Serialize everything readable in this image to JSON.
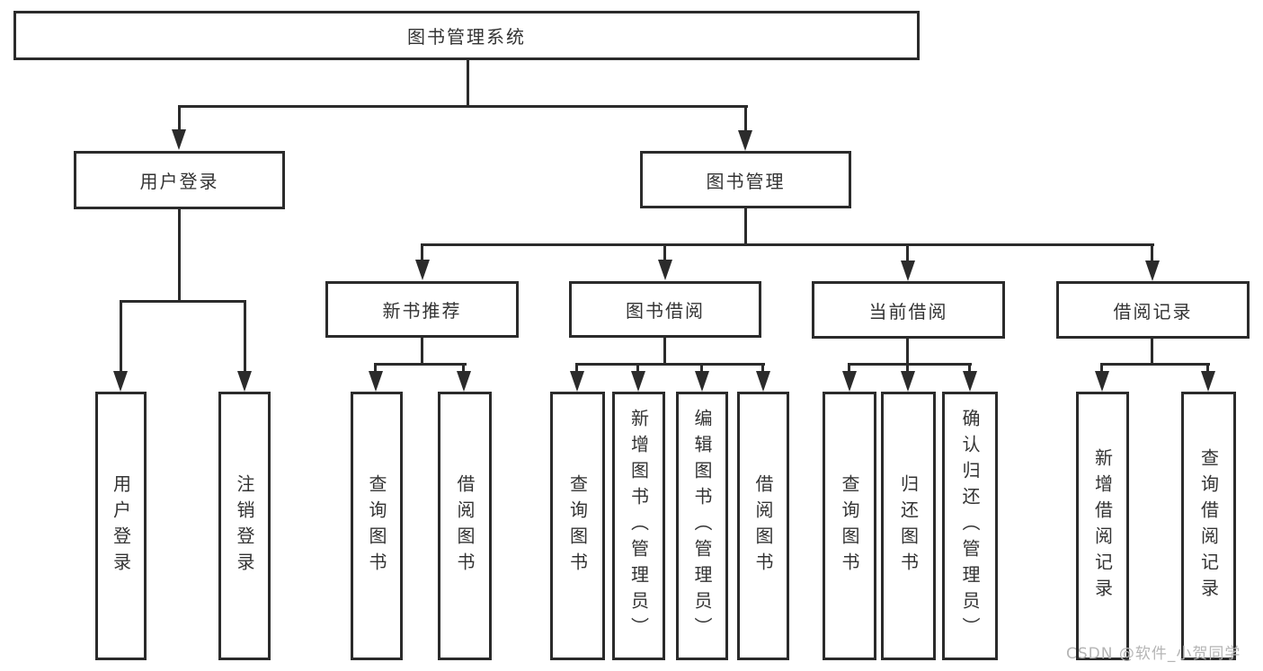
{
  "nodes": {
    "root": "图书管理系统",
    "user_login": "用户登录",
    "book_mgmt": "图书管理",
    "new_book_rec": "新书推荐",
    "book_borrow": "图书借阅",
    "current_borrow": "当前借阅",
    "borrow_record": "借阅记录",
    "leaf_user_login": "用户登录",
    "leaf_logout": "注销登录",
    "leaf_query_book_a": "查询图书",
    "leaf_borrow_book_a": "借阅图书",
    "leaf_query_book_b": "查询图书",
    "leaf_add_book": "新增图书（管理员）",
    "leaf_edit_book": "编辑图书（管理员）",
    "leaf_borrow_book_b": "借阅图书",
    "leaf_query_book_c": "查询图书",
    "leaf_return_book": "归还图书",
    "leaf_confirm_return": "确认归还（管理员）",
    "leaf_add_borrow_record": "新增借阅记录",
    "leaf_query_borrow_record": "查询借阅记录"
  },
  "hierarchy": [
    {
      "parent": "图书管理系统",
      "children": [
        "用户登录",
        "图书管理"
      ]
    },
    {
      "parent": "用户登录",
      "children": [
        "用户登录",
        "注销登录"
      ]
    },
    {
      "parent": "图书管理",
      "children": [
        "新书推荐",
        "图书借阅",
        "当前借阅",
        "借阅记录"
      ]
    },
    {
      "parent": "新书推荐",
      "children": [
        "查询图书",
        "借阅图书"
      ]
    },
    {
      "parent": "图书借阅",
      "children": [
        "查询图书",
        "新增图书（管理员）",
        "编辑图书（管理员）",
        "借阅图书"
      ]
    },
    {
      "parent": "当前借阅",
      "children": [
        "查询图书",
        "归还图书",
        "确认归还（管理员）"
      ]
    },
    {
      "parent": "借阅记录",
      "children": [
        "新增借阅记录",
        "查询借阅记录"
      ]
    }
  ],
  "watermark": "CSDN @软件_小贺同学",
  "colors": {
    "line": "#2b2b2b",
    "text": "#333333",
    "watermark": "#b5b5b5",
    "background": "#ffffff"
  }
}
